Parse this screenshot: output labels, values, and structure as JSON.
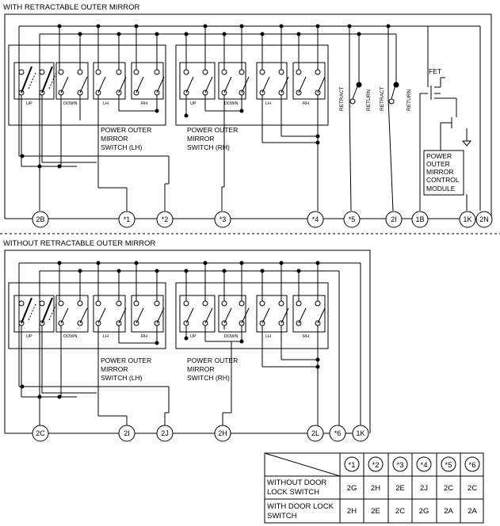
{
  "sections": {
    "retractable": {
      "title": "WITH RETRACTABLE OUTER MIRROR",
      "switch_lh": [
        "POWER OUTER",
        "MIRROR",
        "SWITCH (LH)"
      ],
      "switch_rh": [
        "POWER OUTER",
        "MIRROR",
        "SWITCH (RH)"
      ],
      "lh_sub": [
        "UP",
        "DOWN",
        "LH",
        "RH"
      ],
      "rh_sub": [
        "UP",
        "DOWN",
        "LH",
        "RH"
      ],
      "retract_labels": [
        "RETRACT",
        "RETURN",
        "RETRACT",
        "RETURN"
      ],
      "fet_label": "FET",
      "control_module": [
        "POWER",
        "OUTER",
        "MIRROR",
        "CONTROL",
        "MODULE"
      ],
      "terminals": [
        "2B",
        "*1",
        "*2",
        "*3",
        "*4",
        "*5",
        "2I",
        "1B",
        "1K",
        "2N"
      ]
    },
    "non_retractable": {
      "title": "WITHOUT RETRACTABLE OUTER MIRROR",
      "switch_lh": [
        "POWER OUTER",
        "MIRROR",
        "SWITCH (LH)"
      ],
      "switch_rh": [
        "POWER OUTER",
        "MIRROR",
        "SWITCH (RH)"
      ],
      "lh_sub": [
        "UP",
        "DOWN",
        "LH",
        "RH"
      ],
      "rh_sub": [
        "UP",
        "DOWN",
        "LH",
        "RH"
      ],
      "terminals": [
        "2C",
        "2I",
        "2J",
        "2H",
        "2L",
        "*6",
        "1K"
      ]
    }
  },
  "table": {
    "headers": [
      "*1",
      "*2",
      "*3",
      "*4",
      "*5",
      "*6"
    ],
    "rows": [
      {
        "label": [
          "WITHOUT DOOR",
          "LOCK SWITCH"
        ],
        "values": [
          "2G",
          "2H",
          "2E",
          "2J",
          "2C",
          "2C"
        ]
      },
      {
        "label": [
          "WITH DOOR LOCK",
          "SWITCH"
        ],
        "values": [
          "2H",
          "2E",
          "2C",
          "2G",
          "2A",
          "2A"
        ]
      }
    ]
  }
}
